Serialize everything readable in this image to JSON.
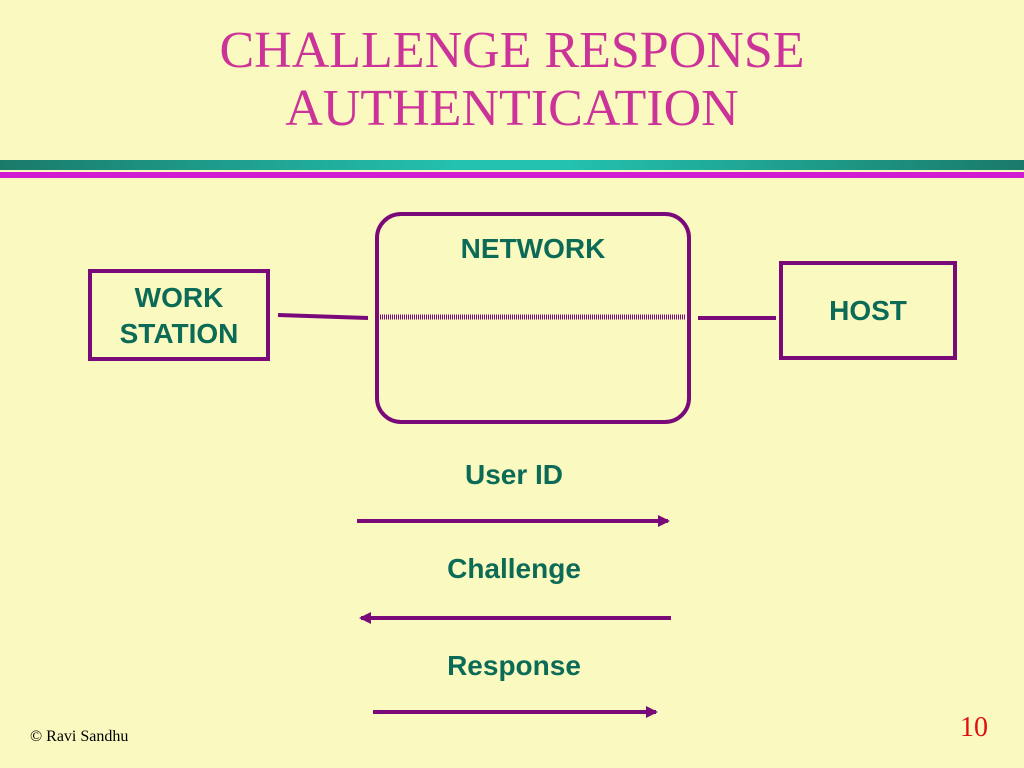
{
  "slide": {
    "title_line1": "CHALLENGE RESPONSE",
    "title_line2": "AUTHENTICATION",
    "footer": "© Ravi Sandhu",
    "page_number": "10"
  },
  "diagram": {
    "nodes": {
      "workstation_line1": "WORK",
      "workstation_line2": "STATION",
      "network": "NETWORK",
      "host": "HOST"
    },
    "messages": [
      {
        "label": "User ID",
        "direction": "workstation-to-host"
      },
      {
        "label": "Challenge",
        "direction": "host-to-workstation"
      },
      {
        "label": "Response",
        "direction": "workstation-to-host"
      }
    ]
  },
  "colors": {
    "title": "#cc3399",
    "label_text": "#0c6b56",
    "box_border": "#7a0a7a",
    "background": "#f9f9c0",
    "page_number": "#e01010"
  }
}
